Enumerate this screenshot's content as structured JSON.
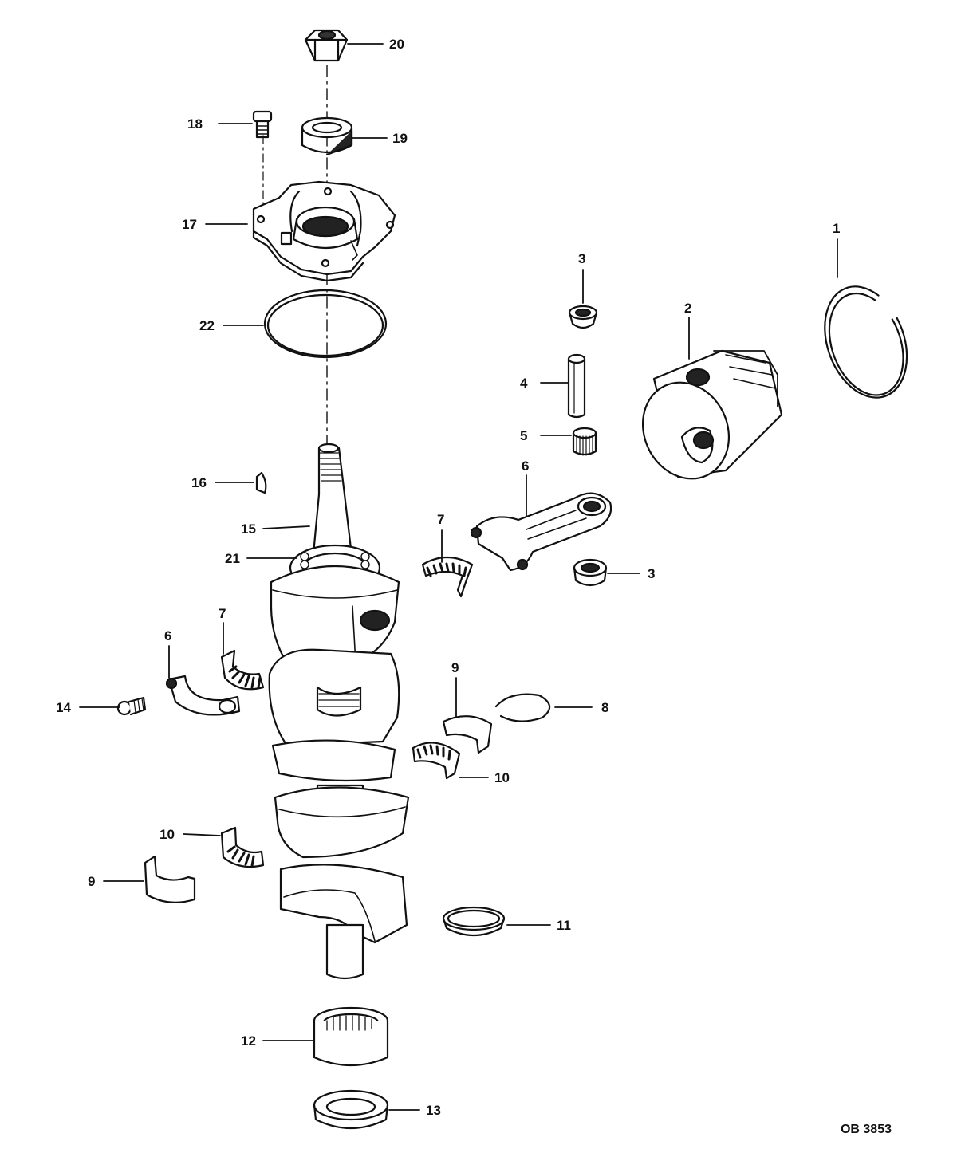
{
  "figure_id": "OB 3853",
  "colors": {
    "ink": "#111111",
    "paper": "#ffffff"
  },
  "callouts": [
    {
      "key": "c20",
      "label": "20"
    },
    {
      "key": "c18",
      "label": "18"
    },
    {
      "key": "c19",
      "label": "19"
    },
    {
      "key": "c17",
      "label": "17"
    },
    {
      "key": "c22",
      "label": "22"
    },
    {
      "key": "c1",
      "label": "1"
    },
    {
      "key": "c3a",
      "label": "3"
    },
    {
      "key": "c2",
      "label": "2"
    },
    {
      "key": "c4",
      "label": "4"
    },
    {
      "key": "c5",
      "label": "5"
    },
    {
      "key": "c6a",
      "label": "6"
    },
    {
      "key": "c16",
      "label": "16"
    },
    {
      "key": "c15",
      "label": "15"
    },
    {
      "key": "c7a",
      "label": "7"
    },
    {
      "key": "c3b",
      "label": "3"
    },
    {
      "key": "c21",
      "label": "21"
    },
    {
      "key": "c7b",
      "label": "7"
    },
    {
      "key": "c6b",
      "label": "6"
    },
    {
      "key": "c9a",
      "label": "9"
    },
    {
      "key": "c14",
      "label": "14"
    },
    {
      "key": "c8",
      "label": "8"
    },
    {
      "key": "c10a",
      "label": "10"
    },
    {
      "key": "c10b",
      "label": "10"
    },
    {
      "key": "c9b",
      "label": "9"
    },
    {
      "key": "c11",
      "label": "11"
    },
    {
      "key": "c12",
      "label": "12"
    },
    {
      "key": "c13",
      "label": "13"
    }
  ]
}
